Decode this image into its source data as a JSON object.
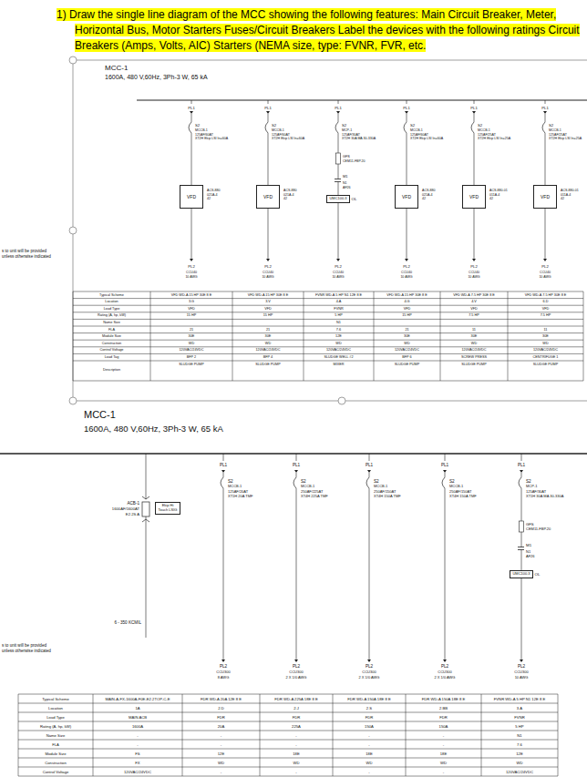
{
  "diagram": {
    "title": "1) Draw the single line diagram of the MCC showing the following features: Main Circuit Breaker, Meter, Horizontal Bus, Motor Starters Fuses/Circuit Breakers Label the devices with the following ratings Circuit Breakers (Amps, Volts, AIC) Starters (NEMA size, type: FVNR, FVR, etc.",
    "nodes": [
      {
        "text": [
          "VFD"
        ]
      },
      {
        "text": [
          "VFD"
        ]
      },
      {
        "text": [
          "UMC100.3",
          "OL"
        ]
      },
      {
        "text": [
          "VFD"
        ]
      },
      {
        "text": [
          "VFD"
        ]
      },
      {
        "text": [
          "VFD"
        ]
      },
      {
        "text": [
          "Ekip Hi Touch LSIG"
        ]
      },
      {
        "text": [
          "UMC100.3",
          "OL"
        ]
      }
    ],
    "labels": [
      "MCC-1",
      "1600A, 480 V,60Hz, 3Ph-3 W, 65 kA",
      "PL1",
      "S2",
      "MCCB-1",
      "125AF/60AT",
      "XT2H Ekip LSI In=60A",
      "ACS-880",
      "021A-4",
      "42",
      "PL2",
      "CCU40",
      "10 AWG",
      "PL1",
      "S2",
      "MCCB-1",
      "125AF/60AT",
      "XT2H Ekip LSI In=60A",
      "ACS-880",
      "021A-4",
      "42",
      "PL2",
      "CCU40",
      "10 AWG",
      "PL1",
      "S2",
      "MCP-1",
      "125AF/30AT",
      "XT2H 30A MA 30-330A",
      "GFS",
      "CEM11-FBP.20",
      "M1",
      "N1",
      "AF26",
      "PL2",
      "CCU40",
      "10 AWG",
      "PL1",
      "S2",
      "MCCB-1",
      "125AF/60AT",
      "XT2H Ekip LSI In=60A",
      "ACS-880",
      "021A-4",
      "42",
      "PL2",
      "CCU40",
      "10 AWG",
      "PL1",
      "S2",
      "MCCB-1",
      "125AF/25AT",
      "XT2H Ekip LSI In=25A",
      "ACS-880-01",
      "011A-4",
      "42",
      "PL2",
      "CCU40",
      "10 AWG",
      "PL1",
      "S2",
      "MCCB-1",
      "125AF/25AT",
      "XT2H Ekip LSI In=25A",
      "ACS-880-01",
      "011A-4",
      "42",
      "PL2",
      "CCU40",
      "10 AWG",
      "s to unit will be provided",
      "unless otherwise indicated",
      "Typical Scheme",
      "VFD WD-A 15 HP 30E 8 E",
      "VFD WD-A 15 HP 30E 8 E",
      "FVNR WD-A 5 HP N1 12E 8 E",
      "VFD WD-A 15 HP 30E 8 E",
      "VFD WD-A 7.5 HP 30E 8 E",
      "VFD WD-A 7.5 HP 30E 8 E",
      "Location",
      "3.G",
      "3.V",
      "4.A",
      "4.G",
      "4.V",
      "6.D",
      "Load Type",
      "VFD",
      "VFD",
      "FVNR",
      "VFD",
      "VFD",
      "VFD",
      "Rating (A, hp, kW)",
      "15 HP",
      "15 HP",
      "5 HP",
      "15 HP",
      "7.5 HP",
      "7.5 HP",
      "Name Size",
      "N1",
      "FLA",
      "21",
      "21",
      "7.6",
      "21",
      "11",
      "11",
      "Module Size",
      "30E",
      "30E",
      "12E",
      "30E",
      "30E",
      "30E",
      "Construction",
      "WD",
      "WD",
      "WD",
      "WD",
      "WD",
      "WD",
      "Control Voltage",
      "120VAC/24VDC",
      "120VAC/24VDC",
      "120VAC/24VDC",
      "120VAC/24VDC",
      "120VAC/24VDC",
      "120VAC/24VDC",
      "Load Tag",
      "BFP 2",
      "BFP 4",
      "SLUDGE WELL #2",
      "BFP 6",
      "SCREW PRESS",
      "CENTRIFUGE 1",
      "Description",
      "SLUDGE PUMP",
      "SLUDGE PUMP",
      "MIXER",
      "SLUDGE PUMP",
      "SLUDGE PUMP",
      "SLUDGE PUMP",
      "MCC-1",
      "1600A, 480 V,60Hz, 3Ph-3 W, 65 kA",
      "ACB-1",
      "1600AF/1600AT",
      "E2.2S A",
      "6 - 350 KCMIL",
      "PL1",
      "S2",
      "MCCB-1",
      "125AF/20AT",
      "XT1H 20A TMF",
      "PL2",
      "CCU300",
      "8 AWG",
      "PL1",
      "S2",
      "MCCB-1",
      "250AF/225AT",
      "XT4H 225A TMF",
      "PL2",
      "CCU300",
      "2 X 1/0 AWG",
      "PL1",
      "S2",
      "MCCB-1",
      "250AF/150AT",
      "XT4H 150A TMF",
      "PL2",
      "CCU300",
      "2 X 1/0 AWG",
      "PL1",
      "S2",
      "MCCB-1",
      "250AF/150AT",
      "XT4H 150A TMF",
      "PL2",
      "CCU300",
      "2 X 1/0 AWG",
      "PL1",
      "S2",
      "MCP-1",
      "125AF/30AT",
      "XT1H 30A MA 30-330A",
      "GFS",
      "CEM11-FBP.20",
      "M1",
      "N1",
      "AF26",
      "PL2",
      "CCU300",
      "10 AWG",
      "s to unit will be provided",
      "unless otherwise indicated",
      "Typical Scheme",
      "MAIN-A-FX-1600A-F0E-E2.2TOP-C-E",
      "FDR WD-A 20A 12E 8 E",
      "FDR WD-A 225A 18E 8 E",
      "FDR WD-A 150A 18E 8 E",
      "FDR WD-A 150A 18E 8 E",
      "FVNR WD-A 5 HP N1 12E 8 E",
      "Location",
      "1A",
      "2.D",
      "2.J",
      "2.S",
      "2.BB",
      "3.A",
      "Load Type",
      "MAIN ACB",
      "FDR",
      "FDR",
      "FDR",
      "FDR",
      "FVNR",
      "Rating (A, hp, kW)",
      "1600A",
      "20A",
      "225A",
      "150A",
      "150A",
      "5 HP",
      "Name Size",
      "-",
      "-",
      "-",
      "-",
      "-",
      "N1",
      "FLA",
      "-",
      "-",
      "-",
      "-",
      "-",
      "7.6",
      "Module Size",
      "FS",
      "12E",
      "18E",
      "18E",
      "18E",
      "12E",
      "Construction",
      "FX",
      "WD",
      "WD",
      "WD",
      "WD",
      "WD",
      "Control Voltage",
      "120VAC/24VDC",
      "-",
      "-",
      "-",
      "-",
      "120VAC/24VDC"
    ]
  }
}
